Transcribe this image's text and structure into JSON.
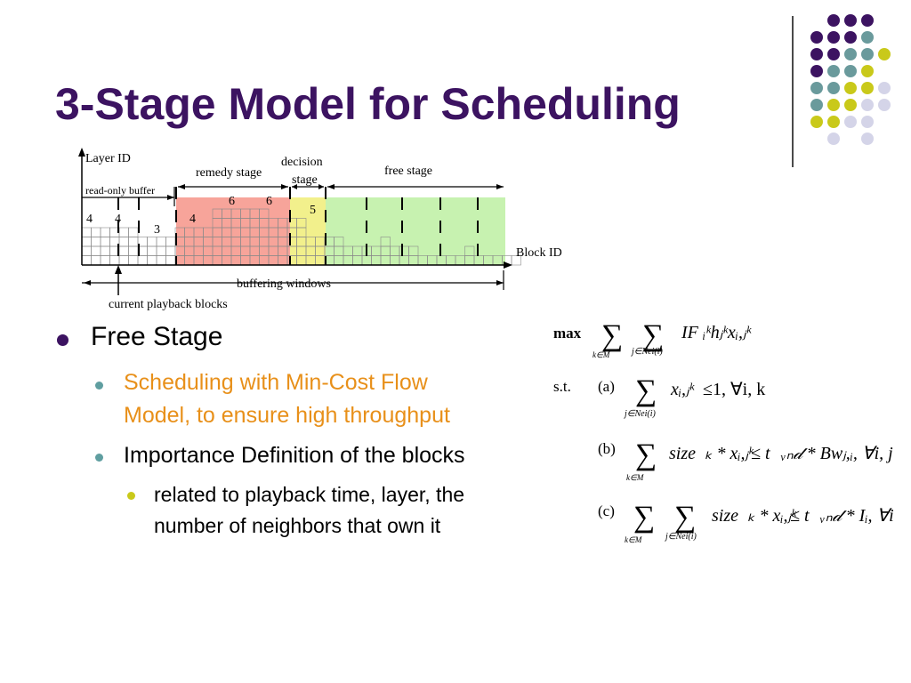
{
  "title": "3-Stage Model for Scheduling",
  "colors": {
    "title": "#3c1361",
    "dot_purple": "#3c1361",
    "dot_teal": "#6a9a9c",
    "dot_yellow": "#c9c91a",
    "dot_lavender": "#d4d4e8",
    "remedy_fill": "#f7a49a",
    "decision_fill": "#f2f08c",
    "free_fill": "#c7f2b0",
    "orange_text": "#e8901a"
  },
  "diagram": {
    "layer_id": "Layer ID",
    "remedy_stage": "remedy stage",
    "decision_stage_line1": "decision",
    "decision_stage_line2": "stage",
    "free_stage": "free stage",
    "read_only_buffer": "read-only buffer",
    "block_id": "Block ID",
    "buffering_windows": "buffering windows",
    "current_playback_blocks": "current playback blocks",
    "layer_numbers": [
      "4",
      "4",
      "3",
      "4",
      "6",
      "6",
      "5"
    ]
  },
  "bullets": {
    "level1": "Free Stage",
    "level2_a_line1": "Scheduling with Min-Cost Flow",
    "level2_a_line2": "Model, to ensure high throughput",
    "level2_b": "Importance Definition of the blocks",
    "level3_line1": "related to playback time, layer, the",
    "level3_line2": "number of neighbors that own it"
  },
  "formulas": {
    "max": "max",
    "st": "s.t.",
    "a": "(a)",
    "b": "(b)",
    "c": "(c)",
    "obj_body": "IF",
    "cons_a_rhs": "≤1, ∀i, k",
    "cons_b_body": "size",
    "cons_b_rhs": "≤ t",
    "cons_c_rhs": "≤ t",
    "sum_k": "k∈M",
    "sum_j": "j∈Nei(i)"
  }
}
